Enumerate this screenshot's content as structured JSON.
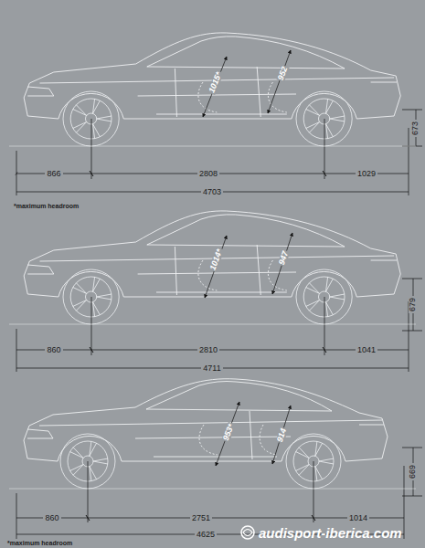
{
  "diagram": {
    "labels": [
      "1015*",
      "952",
      "673",
      "866",
      "2808",
      "1029",
      "4703",
      "*maximum headroom",
      "1014*",
      "947",
      "679",
      "860",
      "2810",
      "1041",
      "4711",
      "953*",
      "914",
      "669",
      "860",
      "2751",
      "1014",
      "4625",
      "*maximum headroom",
      "audisport-iberica.com"
    ]
  }
}
